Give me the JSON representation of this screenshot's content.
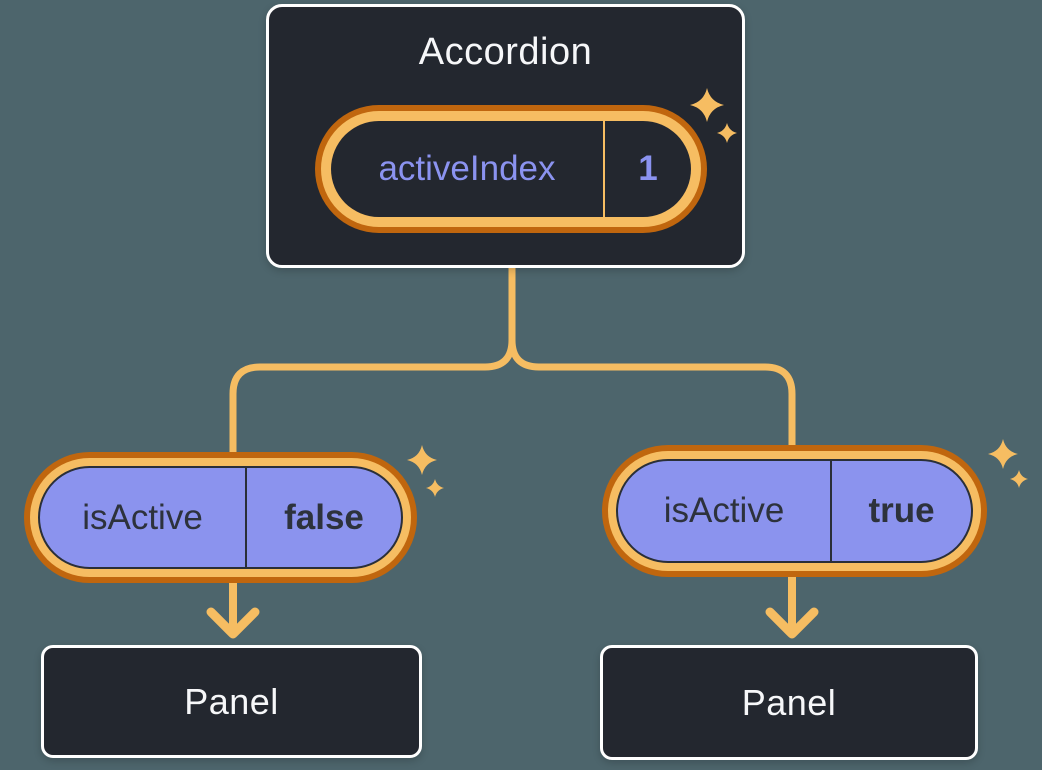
{
  "palette": {
    "background": "#4d656c",
    "box_fill": "#23272f",
    "box_border": "#ffffff",
    "accent_orange": "#f6bd62",
    "accent_orange_dark": "#c0660e",
    "purple_text": "#8b93f0",
    "purple_pill_fill": "#8b93ee",
    "dark_text": "#2d323c",
    "light_text": "#f6f7f9"
  },
  "accordion": {
    "title": "Accordion",
    "state": {
      "name": "activeIndex",
      "value": "1"
    }
  },
  "children": [
    {
      "prop": {
        "name": "isActive",
        "value": "false"
      },
      "panel_label": "Panel"
    },
    {
      "prop": {
        "name": "isActive",
        "value": "true"
      },
      "panel_label": "Panel"
    }
  ]
}
